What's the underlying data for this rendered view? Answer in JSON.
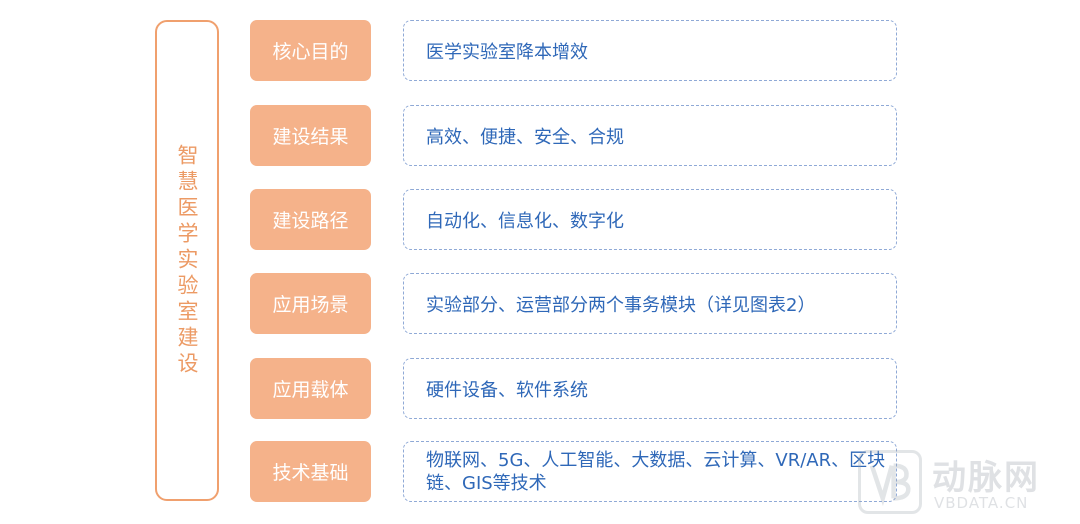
{
  "side_title": "智慧医学实验室建设",
  "rows": [
    {
      "label": "核心目的",
      "content": "医学实验室降本增效"
    },
    {
      "label": "建设结果",
      "content": "高效、便捷、安全、合规"
    },
    {
      "label": "建设路径",
      "content": "自动化、信息化、数字化"
    },
    {
      "label": "应用场景",
      "content": "实验部分、运营部分两个事务模块（详见图表2）"
    },
    {
      "label": "应用载体",
      "content": "硬件设备、软件系统"
    },
    {
      "label": "技术基础",
      "content": "物联网、5G、人工智能、大数据、云计算、VR/AR、区块链、GIS等技术"
    }
  ],
  "watermark": {
    "name": "动脉网",
    "domain": "VBDATA.CN"
  },
  "colors": {
    "accent": "#f5b28a",
    "border": "#f0a06e",
    "text_blue": "#2f68b8",
    "dash": "#8fa9d6"
  }
}
